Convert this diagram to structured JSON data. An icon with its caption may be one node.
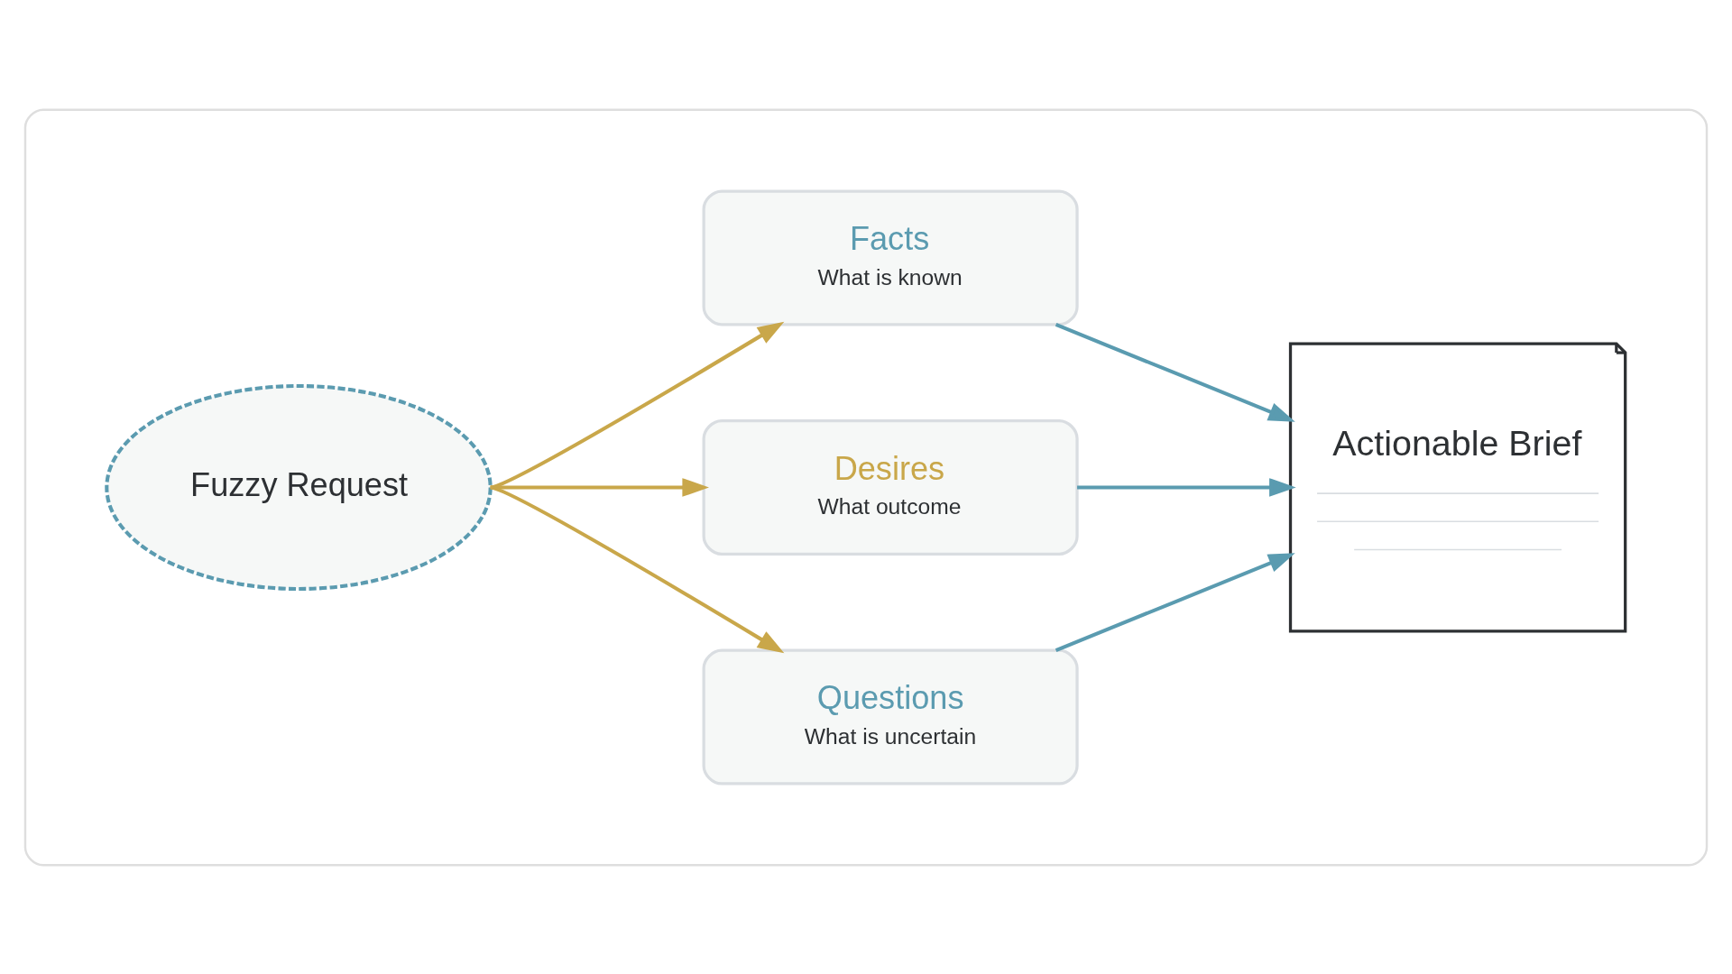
{
  "diagram": {
    "nodes": [
      {
        "text": [],
        "shape": "box"
      },
      {
        "text": [
          "Fuzzy Request"
        ],
        "in": 0
      },
      {
        "text": [
          "Facts",
          "What is known"
        ],
        "in": 0
      },
      {
        "text": [
          "Desires",
          "What outcome"
        ],
        "in": 0
      },
      {
        "text": [
          "Questions",
          "What is uncertain"
        ],
        "in": 0
      },
      {
        "text": [
          "Actionable Brief"
        ],
        "in": 0
      }
    ],
    "edges": [
      {
        "from": 1,
        "to": 2,
        "arrow": "to",
        "color": "#c9a74a"
      },
      {
        "from": 1,
        "to": 3,
        "arrow": "to",
        "color": "#c9a74a"
      },
      {
        "from": 1,
        "to": 4,
        "arrow": "to",
        "color": "#c9a74a"
      },
      {
        "from": 2,
        "to": 5,
        "arrow": "to",
        "color": "#5a9bb0"
      },
      {
        "from": 3,
        "to": 5,
        "arrow": "to",
        "color": "#5a9bb0"
      },
      {
        "from": 4,
        "to": 5,
        "arrow": "to",
        "color": "#5a9bb0"
      }
    ]
  }
}
